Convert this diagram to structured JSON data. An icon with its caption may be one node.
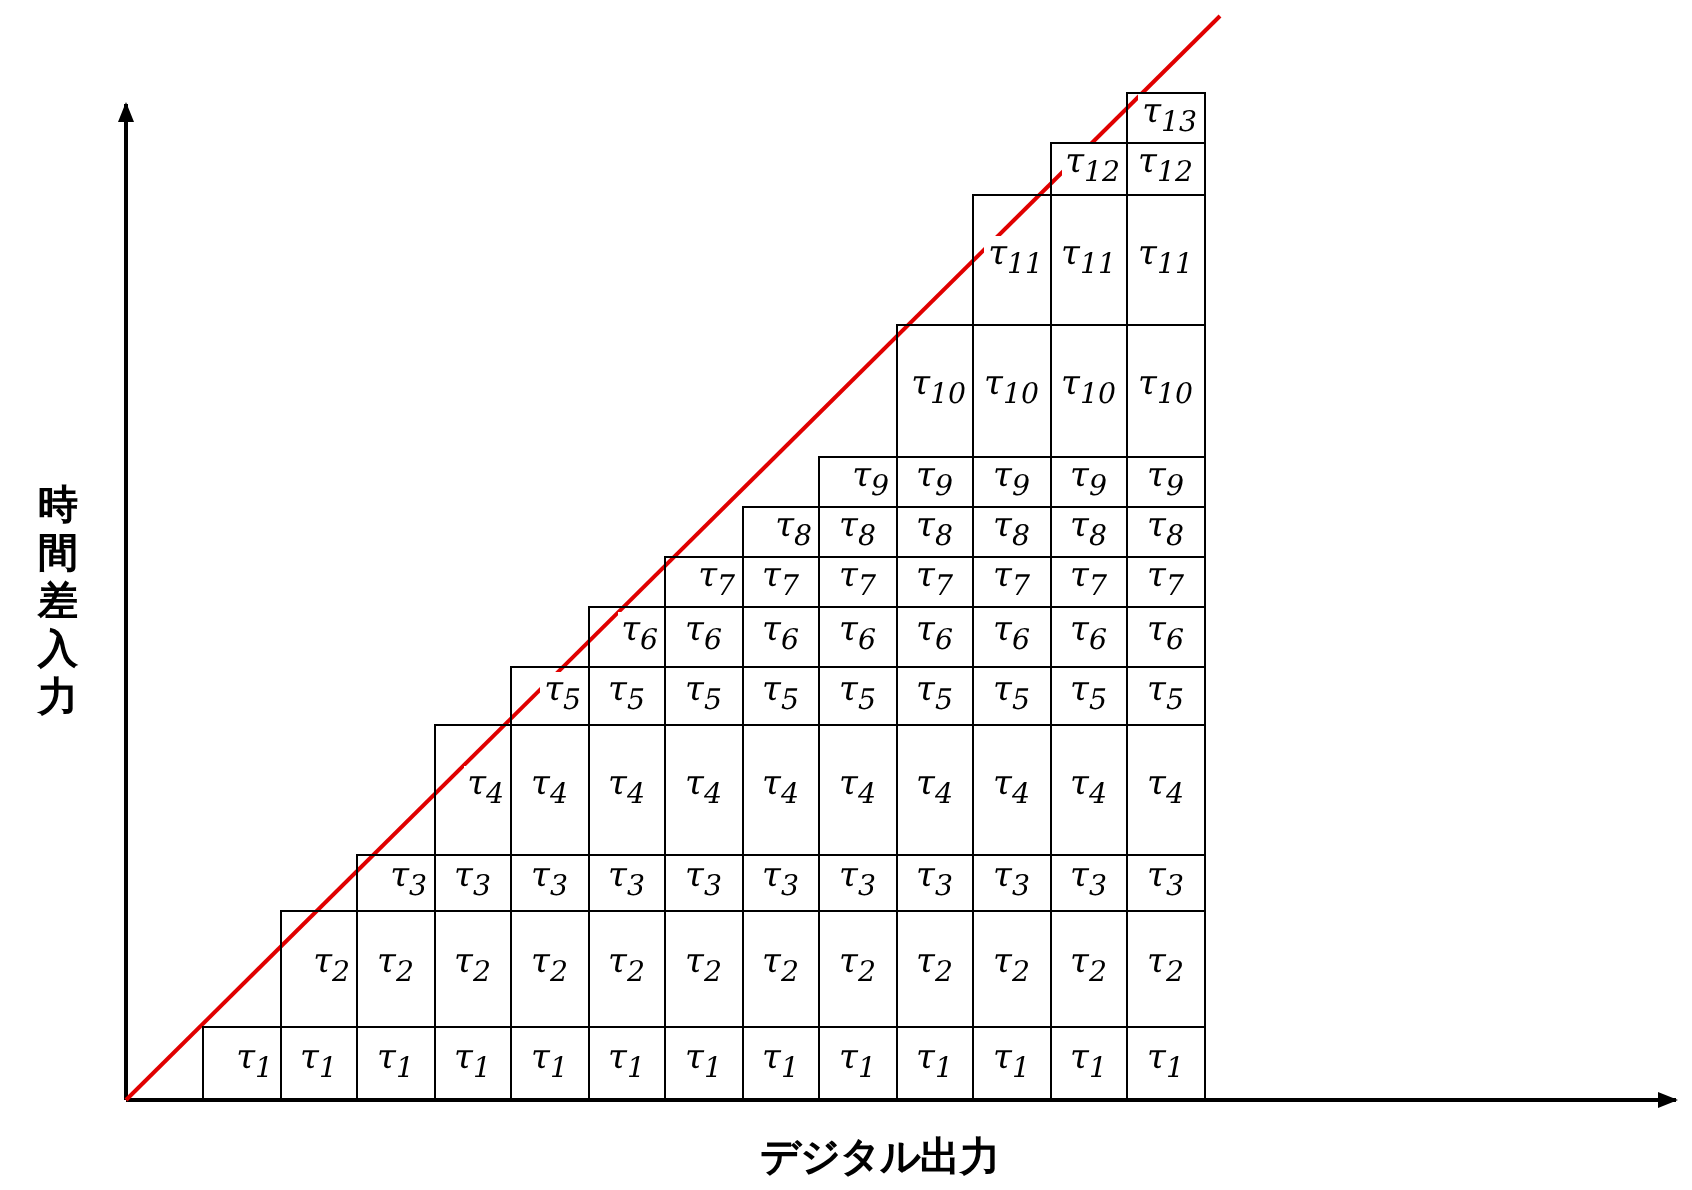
{
  "diagram": {
    "nodes": [
      {
        "text": [
          "τ$_{13}$"
        ]
      },
      {
        "text": [
          "τ$_{12}$"
        ]
      },
      {
        "text": [
          "τ$_{12}$"
        ]
      },
      {
        "text": [
          "τ$_{11}$"
        ]
      },
      {
        "text": [
          "τ$_{11}$"
        ]
      },
      {
        "text": [
          "τ$_{11}$"
        ]
      },
      {
        "text": [
          "τ$_{10}$"
        ]
      },
      {
        "text": [
          "τ$_{10}$"
        ]
      },
      {
        "text": [
          "τ$_{10}$"
        ]
      },
      {
        "text": [
          "τ$_{10}$"
        ]
      },
      {
        "text": [
          "τ$_{9}$"
        ]
      },
      {
        "text": [
          "τ$_{9}$"
        ]
      },
      {
        "text": [
          "τ$_{9}$"
        ]
      },
      {
        "text": [
          "τ$_{9}$"
        ]
      },
      {
        "text": [
          "τ$_{9}$"
        ]
      },
      {
        "text": [
          "τ$_{8}$"
        ]
      },
      {
        "text": [
          "τ$_{8}$"
        ]
      },
      {
        "text": [
          "τ$_{8}$"
        ]
      },
      {
        "text": [
          "τ$_{8}$"
        ]
      },
      {
        "text": [
          "τ$_{8}$"
        ]
      },
      {
        "text": [
          "τ$_{8}$"
        ]
      },
      {
        "text": [
          "τ$_{7}$"
        ]
      },
      {
        "text": [
          "τ$_{7}$"
        ]
      },
      {
        "text": [
          "τ$_{7}$"
        ]
      },
      {
        "text": [
          "τ$_{7}$"
        ]
      },
      {
        "text": [
          "τ$_{7}$"
        ]
      },
      {
        "text": [
          "τ$_{7}$"
        ]
      },
      {
        "text": [
          "τ$_{7}$"
        ]
      },
      {
        "text": [
          "τ$_{6}$"
        ]
      },
      {
        "text": [
          "τ$_{6}$"
        ]
      },
      {
        "text": [
          "τ$_{6}$"
        ]
      },
      {
        "text": [
          "τ$_{6}$"
        ]
      },
      {
        "text": [
          "τ$_{6}$"
        ]
      },
      {
        "text": [
          "τ$_{6}$"
        ]
      },
      {
        "text": [
          "τ$_{6}$"
        ]
      },
      {
        "text": [
          "τ$_{6}$"
        ]
      },
      {
        "text": [
          "τ$_{5}$"
        ]
      },
      {
        "text": [
          "τ$_{5}$"
        ]
      },
      {
        "text": [
          "τ$_{5}$"
        ]
      },
      {
        "text": [
          "τ$_{5}$"
        ]
      },
      {
        "text": [
          "τ$_{5}$"
        ]
      },
      {
        "text": [
          "τ$_{5}$"
        ]
      },
      {
        "text": [
          "τ$_{5}$"
        ]
      },
      {
        "text": [
          "τ$_{5}$"
        ]
      },
      {
        "text": [
          "τ$_{5}$"
        ]
      },
      {
        "text": [
          "τ$_{4}$"
        ]
      },
      {
        "text": [
          "τ$_{4}$"
        ]
      },
      {
        "text": [
          "τ$_{4}$"
        ]
      },
      {
        "text": [
          "τ$_{4}$"
        ]
      },
      {
        "text": [
          "τ$_{4}$"
        ]
      },
      {
        "text": [
          "τ$_{4}$"
        ]
      },
      {
        "text": [
          "τ$_{4}$"
        ]
      },
      {
        "text": [
          "τ$_{4}$"
        ]
      },
      {
        "text": [
          "τ$_{4}$"
        ]
      },
      {
        "text": [
          "τ$_{4}$"
        ]
      },
      {
        "text": [
          "τ$_{3}$"
        ]
      },
      {
        "text": [
          "τ$_{3}$"
        ]
      },
      {
        "text": [
          "τ$_{3}$"
        ]
      },
      {
        "text": [
          "τ$_{3}$"
        ]
      },
      {
        "text": [
          "τ$_{3}$"
        ]
      },
      {
        "text": [
          "τ$_{3}$"
        ]
      },
      {
        "text": [
          "τ$_{3}$"
        ]
      },
      {
        "text": [
          "τ$_{3}$"
        ]
      },
      {
        "text": [
          "τ$_{3}$"
        ]
      },
      {
        "text": [
          "τ$_{3}$"
        ]
      },
      {
        "text": [
          "τ$_{3}$"
        ]
      },
      {
        "text": [
          "τ$_{2}$"
        ]
      },
      {
        "text": [
          "τ$_{2}$"
        ]
      },
      {
        "text": [
          "τ$_{2}$"
        ]
      },
      {
        "text": [
          "τ$_{2}$"
        ]
      },
      {
        "text": [
          "τ$_{2}$"
        ]
      },
      {
        "text": [
          "τ$_{2}$"
        ]
      },
      {
        "text": [
          "τ$_{2}$"
        ]
      },
      {
        "text": [
          "τ$_{2}$"
        ]
      },
      {
        "text": [
          "τ$_{2}$"
        ]
      },
      {
        "text": [
          "τ$_{2}$"
        ]
      },
      {
        "text": [
          "τ$_{2}$"
        ]
      },
      {
        "text": [
          "τ$_{2}$"
        ]
      },
      {
        "text": [
          "τ$_{1}$"
        ]
      },
      {
        "text": [
          "τ$_{1}$"
        ]
      },
      {
        "text": [
          "τ$_{1}$"
        ]
      },
      {
        "text": [
          "τ$_{1}$"
        ]
      },
      {
        "text": [
          "τ$_{1}$"
        ]
      },
      {
        "text": [
          "τ$_{1}$"
        ]
      },
      {
        "text": [
          "τ$_{1}$"
        ]
      },
      {
        "text": [
          "τ$_{1}$"
        ]
      },
      {
        "text": [
          "τ$_{1}$"
        ]
      },
      {
        "text": [
          "τ$_{1}$"
        ]
      },
      {
        "text": [
          "τ$_{1}$"
        ]
      },
      {
        "text": [
          "τ$_{1}$"
        ]
      },
      {
        "text": [
          "τ$_{1}$"
        ]
      }
    ],
    "labels": [
      "時間差入力",
      "デジタル出力"
    ]
  }
}
